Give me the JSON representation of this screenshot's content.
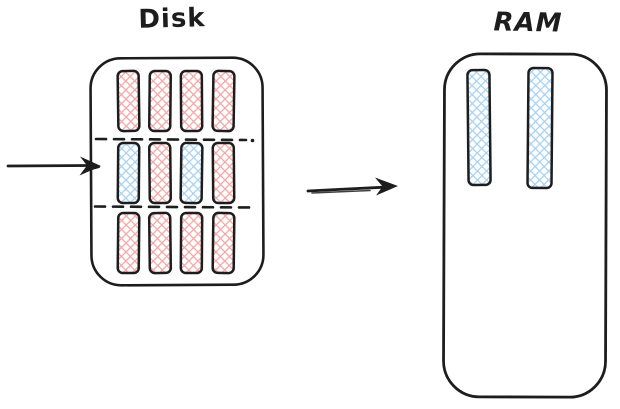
{
  "labels": {
    "disk": "Disk",
    "ram": "RAM"
  },
  "diagram": {
    "description_colors": {
      "pink_hatch": "#f3a6a6",
      "blue_hatch": "#a6d2f0",
      "stroke": "#1d1d1d",
      "background": "#ffffff"
    },
    "disk": {
      "rows": [
        {
          "bars": [
            "pink",
            "pink",
            "pink",
            "pink"
          ]
        },
        {
          "bars": [
            "blue",
            "pink",
            "blue",
            "pink"
          ]
        },
        {
          "bars": [
            "pink",
            "pink",
            "pink",
            "pink"
          ]
        }
      ],
      "divider_count": 2
    },
    "ram": {
      "bars": [
        "blue",
        "blue"
      ]
    },
    "icons": {
      "row_pointer": "arrow-right-icon",
      "transfer": "arrow-right-icon"
    }
  }
}
